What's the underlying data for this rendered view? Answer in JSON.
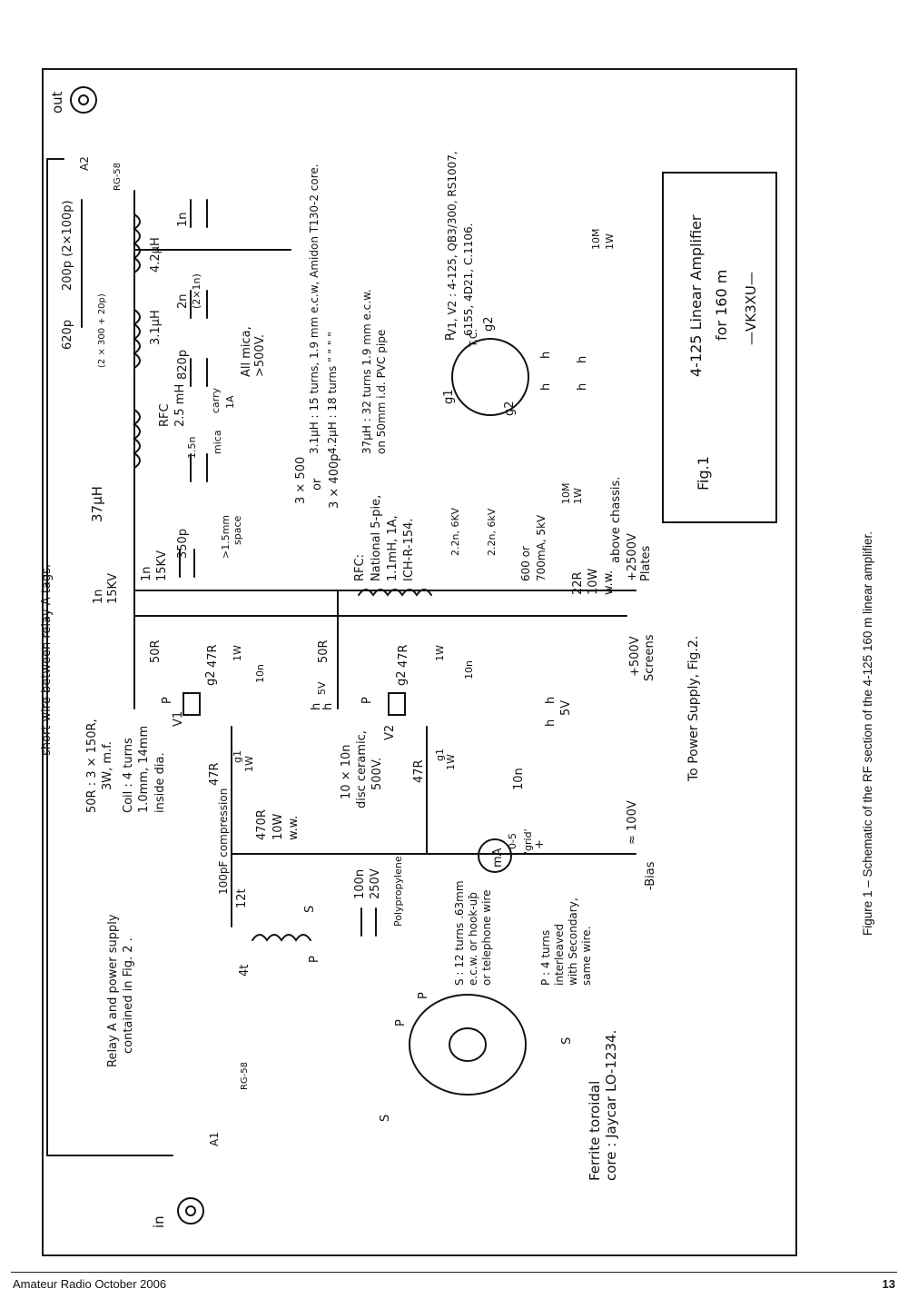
{
  "figure_caption": "Figure 1 – Schematic of the RF section of the 4-125 160 m linear amplifier.",
  "footer": {
    "publication": "Amateur Radio October 2006",
    "page_number": "13"
  },
  "title_box": {
    "fig": "Fig.1",
    "line1": "4-125  Linear Amplifier",
    "line2": "for  160 m",
    "callsign": "—VK3XU—"
  },
  "connectors": {
    "in": "in",
    "out": "out",
    "a1": "A1",
    "a2": "A2",
    "rg58_in": "RG-58",
    "rg58_out": "RG-58"
  },
  "notes": {
    "short_wire": "short wire between relay A tags.",
    "relay_note_1": "Relay A and power supply",
    "relay_note_2": "contained  in  Fig. 2 .",
    "res_50r_1": "50R :  3 × 150R,",
    "res_50r_2": "3W,  m.f.",
    "coil_1": "Coil :  4 turns",
    "coil_2": "1.0mm, 14mm",
    "coil_3": "inside dia.",
    "disc_1": "10 × 10n",
    "disc_2": "disc ceramic,",
    "disc_3": "500V.",
    "to_power": "To  Power  Supply,  Fig.2.",
    "ferrite_1": "Ferrite  toroidal",
    "ferrite_2": "core : Jaycar LO-1234.",
    "s_note_1": "S : 12 turns .63mm",
    "s_note_2": "e.c.w.  or  hook-up",
    "s_note_3": "or telephone wire",
    "p_note_1": "P : 4 turns",
    "p_note_2": "interleaved",
    "p_note_3": "with Secondary,",
    "p_note_4": "same wire.",
    "l31_note": "3.1μH :  15 turns, 1.9 mm e.c.w,  Amidon T130-2  core.",
    "l42_note": "4.2μH : 18 turns    \"        \"          \"        \"",
    "l37_note_1": "37μH :  32 turns  1.9 mm e.c.w.",
    "l37_note_2": "on 50mm i.d. PVC pipe",
    "tubes_1": "V1, V2 :  4-125,  QB3/300, RS1007,",
    "tubes_2": "6155,  4D21,  C.1106.",
    "all_mica_1": "All mica,",
    "all_mica_2": ">500V.",
    "rfc_choke_1": "RFC:",
    "rfc_choke_2": "National  5-pie,",
    "rfc_choke_3": "1.1mH,  1A,",
    "rfc_choke_4": "ICH-R-154.",
    "above_chassis": "above  chassis.",
    "plates_1": "+2500V",
    "plates_2": "Plates",
    "screens_1": "+500V",
    "screens_2": "Screens",
    "bias_1": "-Bias",
    "bias_2": "≈ 100V",
    "comp": "100pF compression",
    "poly": "Polypropylene",
    "tc": "T.C."
  },
  "components": {
    "c1n_a": "1n",
    "c15kv_a": "15KV",
    "c1n_b": "1n",
    "c15kv_b": "15KV",
    "l37": "37μH",
    "c350p": "350p",
    "space_1": ">1.5mm",
    "space_2": "space",
    "c3x500": "3 × 500",
    "or": "or",
    "c3x400": "3 × 400p",
    "rfc": "RFC",
    "rfc_val": "2.5 mH",
    "c15n": "1.5n",
    "mica": "mica",
    "carry": "carry",
    "carry_a": "1A",
    "c820p": "820p",
    "l31": "3.1μH",
    "c620p": "620p",
    "c620_comp": "(2 × 300 + 20p)",
    "c2n": "2n",
    "c2n_comp": "(2×1n)",
    "l42": "4.2μH",
    "c200p": "200p (2×100p)",
    "c1n_out": "1n",
    "r50_v1": "50R",
    "r47_g2": "47R",
    "r47_g2_w": "1W",
    "g2_v1": "g2",
    "c10n_1": "10n",
    "v1": "V1",
    "p1": "P",
    "h_v1": "h",
    "h_v1b": "h",
    "v5_v1": "5V",
    "r47_g1": "47R",
    "g1_v1": "g1",
    "r47_g1_w": "1W",
    "r50_v2": "50R",
    "r47_g2b": "47R",
    "g2_v2": "g2",
    "r47_g2b_w": "1W",
    "c10n_2": "10n",
    "v2": "V2",
    "p2": "P",
    "h_v2": "h",
    "h_v2b": "h",
    "v5_v2": "5V",
    "r47_g1b": "47R",
    "g1_v2": "g1",
    "r47_g1b_w": "1W",
    "c10n_grid": "10n",
    "c22n_a": "2.2n, 6KV",
    "c22n_b": "2.2n, 6kV",
    "plate_choke": "600 or",
    "plate_choke_2": "700mA, 5kV",
    "r22": "22R",
    "r22_w": "10W",
    "r22_ww": "w.w.",
    "r10m_a": "10M",
    "r10m_a_w": "1W",
    "r10m_b": "10M",
    "r10m_b_w": "1W",
    "r470": "470R",
    "r470_w": "10W",
    "r470_ww": "w.w.",
    "c100n": "100n",
    "c250v": "250V",
    "t_12t": "12t",
    "t_s": "S",
    "t_4t": "4t",
    "t_p": "P",
    "meter": "mA",
    "meter_range": "0-5",
    "meter_grid": "'grid'",
    "tor_s1": "S",
    "tor_p1": "P",
    "tor_p2": "P",
    "tor_s2": "S",
    "minus": "-",
    "plus": "+",
    "pin_g1": "g1",
    "pin_p": "P",
    "pin_g2": "g2",
    "pin_tc": "T.C.",
    "pin_g2b": "g2",
    "pin_h1": "h",
    "pin_h2": "h",
    "tube_h_a": "h",
    "tube_h_b": "h"
  }
}
